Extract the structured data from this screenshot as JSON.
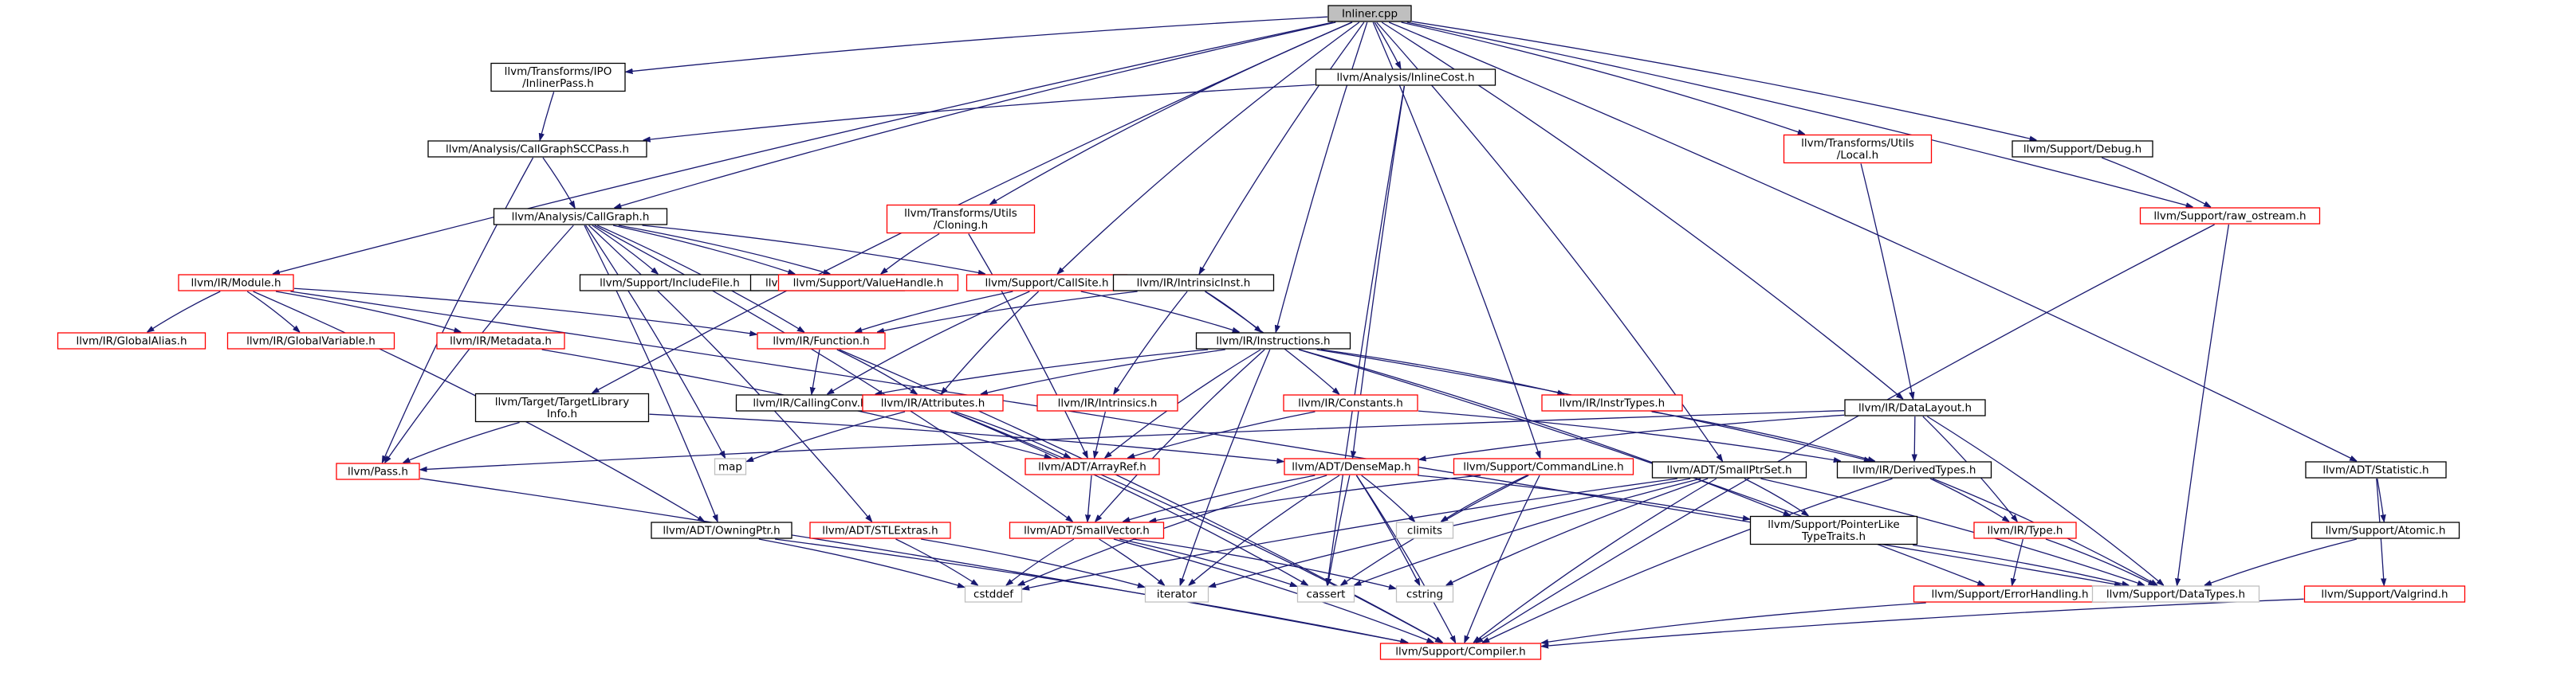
{
  "colors": {
    "edge": "#191970",
    "box_normal": "#000000",
    "box_undocumented": "#ff0000",
    "box_system": "#bfbfbf",
    "root_fill": "#bfbfbf",
    "text": "#000000"
  },
  "nodes": [
    {
      "id": "inliner",
      "label": "Inliner.cpp",
      "kind": "root"
    },
    {
      "id": "inlinerpass",
      "label": "llvm/Transforms/IPO\n/InlinerPass.h",
      "kind": "normal"
    },
    {
      "id": "inlinecost",
      "label": "llvm/Analysis/InlineCost.h",
      "kind": "normal"
    },
    {
      "id": "cgscc",
      "label": "llvm/Analysis/CallGraphSCCPass.h",
      "kind": "normal"
    },
    {
      "id": "cloning",
      "label": "llvm/Transforms/Utils\n/Cloning.h",
      "kind": "red"
    },
    {
      "id": "tlocal",
      "label": "llvm/Transforms/Utils\n/Local.h",
      "kind": "red"
    },
    {
      "id": "debug",
      "label": "llvm/Support/Debug.h",
      "kind": "normal"
    },
    {
      "id": "rawostream",
      "label": "llvm/Support/raw_ostream.h",
      "kind": "red"
    },
    {
      "id": "callgraph",
      "label": "llvm/Analysis/CallGraph.h",
      "kind": "normal"
    },
    {
      "id": "module",
      "label": "llvm/IR/Module.h",
      "kind": "red"
    },
    {
      "id": "includefile",
      "label": "llvm/Support/IncludeFile.h",
      "kind": "normal"
    },
    {
      "id": "graphtraits",
      "label": "llvm/ADT/GraphTraits.h",
      "kind": "normal"
    },
    {
      "id": "valuehandle",
      "label": "llvm/Support/ValueHandle.h",
      "kind": "red"
    },
    {
      "id": "callsite",
      "label": "llvm/Support/CallSite.h",
      "kind": "red"
    },
    {
      "id": "intrinsicinst",
      "label": "llvm/IR/IntrinsicInst.h",
      "kind": "normal"
    },
    {
      "id": "globalalias",
      "label": "llvm/IR/GlobalAlias.h",
      "kind": "red"
    },
    {
      "id": "globalvariable",
      "label": "llvm/IR/GlobalVariable.h",
      "kind": "red"
    },
    {
      "id": "metadata",
      "label": "llvm/IR/Metadata.h",
      "kind": "red"
    },
    {
      "id": "function",
      "label": "llvm/IR/Function.h",
      "kind": "red"
    },
    {
      "id": "instructions",
      "label": "llvm/IR/Instructions.h",
      "kind": "normal"
    },
    {
      "id": "datalayout",
      "label": "llvm/IR/DataLayout.h",
      "kind": "normal"
    },
    {
      "id": "targetlib",
      "label": "llvm/Target/TargetLibrary\nInfo.h",
      "kind": "normal"
    },
    {
      "id": "callingconv",
      "label": "llvm/IR/CallingConv.h",
      "kind": "normal"
    },
    {
      "id": "attributes",
      "label": "llvm/IR/Attributes.h",
      "kind": "red"
    },
    {
      "id": "intrinsics",
      "label": "llvm/IR/Intrinsics.h",
      "kind": "red"
    },
    {
      "id": "constants",
      "label": "llvm/IR/Constants.h",
      "kind": "red"
    },
    {
      "id": "instrtypes",
      "label": "llvm/IR/InstrTypes.h",
      "kind": "red"
    },
    {
      "id": "pass",
      "label": "llvm/Pass.h",
      "kind": "red"
    },
    {
      "id": "map",
      "label": "map",
      "kind": "system"
    },
    {
      "id": "arrayref",
      "label": "llvm/ADT/ArrayRef.h",
      "kind": "red"
    },
    {
      "id": "densemap",
      "label": "llvm/ADT/DenseMap.h",
      "kind": "red"
    },
    {
      "id": "commandline",
      "label": "llvm/Support/CommandLine.h",
      "kind": "red"
    },
    {
      "id": "smallptrset",
      "label": "llvm/ADT/SmallPtrSet.h",
      "kind": "normal"
    },
    {
      "id": "derivedtypes",
      "label": "llvm/IR/DerivedTypes.h",
      "kind": "normal"
    },
    {
      "id": "statistic",
      "label": "llvm/ADT/Statistic.h",
      "kind": "normal"
    },
    {
      "id": "owningptr",
      "label": "llvm/ADT/OwningPtr.h",
      "kind": "normal"
    },
    {
      "id": "stlextras",
      "label": "llvm/ADT/STLExtras.h",
      "kind": "red"
    },
    {
      "id": "smallvector",
      "label": "llvm/ADT/SmallVector.h",
      "kind": "red"
    },
    {
      "id": "climits",
      "label": "climits",
      "kind": "system"
    },
    {
      "id": "ptrliketype",
      "label": "llvm/Support/PointerLike\nTypeTraits.h",
      "kind": "normal"
    },
    {
      "id": "type",
      "label": "llvm/IR/Type.h",
      "kind": "red"
    },
    {
      "id": "atomic",
      "label": "llvm/Support/Atomic.h",
      "kind": "normal"
    },
    {
      "id": "cstddef",
      "label": "cstddef",
      "kind": "system"
    },
    {
      "id": "iterator",
      "label": "iterator",
      "kind": "system"
    },
    {
      "id": "cassert",
      "label": "cassert",
      "kind": "system"
    },
    {
      "id": "cstring",
      "label": "cstring",
      "kind": "system"
    },
    {
      "id": "errorhandling",
      "label": "llvm/Support/ErrorHandling.h",
      "kind": "red"
    },
    {
      "id": "datatypes",
      "label": "llvm/Support/DataTypes.h",
      "kind": "system"
    },
    {
      "id": "valgrind",
      "label": "llvm/Support/Valgrind.h",
      "kind": "red"
    },
    {
      "id": "compiler",
      "label": "llvm/Support/Compiler.h",
      "kind": "red"
    }
  ],
  "edges": [
    [
      "inliner",
      "inlinerpass"
    ],
    [
      "inliner",
      "inlinecost"
    ],
    [
      "inliner",
      "callgraph"
    ],
    [
      "inliner",
      "module"
    ],
    [
      "inliner",
      "cloning"
    ],
    [
      "inliner",
      "callsite"
    ],
    [
      "inliner",
      "intrinsicinst"
    ],
    [
      "inliner",
      "instructions"
    ],
    [
      "inliner",
      "targetlib"
    ],
    [
      "inliner",
      "tlocal"
    ],
    [
      "inliner",
      "debug"
    ],
    [
      "inliner",
      "rawostream"
    ],
    [
      "inliner",
      "datalayout"
    ],
    [
      "inliner",
      "smallptrset"
    ],
    [
      "inliner",
      "commandline"
    ],
    [
      "inliner",
      "statistic"
    ],
    [
      "inlinerpass",
      "cgscc"
    ],
    [
      "inlinecost",
      "cgscc"
    ],
    [
      "inlinecost",
      "densemap"
    ],
    [
      "inlinecost",
      "cassert"
    ],
    [
      "cgscc",
      "callgraph"
    ],
    [
      "cgscc",
      "pass"
    ],
    [
      "callgraph",
      "includefile"
    ],
    [
      "callgraph",
      "graphtraits"
    ],
    [
      "callgraph",
      "valuehandle"
    ],
    [
      "callgraph",
      "callsite"
    ],
    [
      "callgraph",
      "function"
    ],
    [
      "callgraph",
      "pass"
    ],
    [
      "callgraph",
      "stlextras"
    ],
    [
      "callgraph",
      "owningptr"
    ],
    [
      "callgraph",
      "map"
    ],
    [
      "callgraph",
      "smallvector"
    ],
    [
      "cloning",
      "valuehandle"
    ],
    [
      "cloning",
      "arrayref"
    ],
    [
      "module",
      "globalalias"
    ],
    [
      "module",
      "globalvariable"
    ],
    [
      "module",
      "metadata"
    ],
    [
      "module",
      "function"
    ],
    [
      "module",
      "datatypes"
    ],
    [
      "module",
      "owningptr"
    ],
    [
      "metadata",
      "arrayref"
    ],
    [
      "callsite",
      "function"
    ],
    [
      "callsite",
      "instructions"
    ],
    [
      "callsite",
      "attributes"
    ],
    [
      "callsite",
      "callingconv"
    ],
    [
      "intrinsicinst",
      "function"
    ],
    [
      "intrinsicinst",
      "instructions"
    ],
    [
      "intrinsicinst",
      "intrinsics"
    ],
    [
      "intrinsicinst",
      "constants"
    ],
    [
      "function",
      "callingconv"
    ],
    [
      "function",
      "attributes"
    ],
    [
      "function",
      "compiler"
    ],
    [
      "instructions",
      "callingconv"
    ],
    [
      "instructions",
      "attributes"
    ],
    [
      "instructions",
      "arrayref"
    ],
    [
      "instructions",
      "instrtypes"
    ],
    [
      "instructions",
      "derivedtypes"
    ],
    [
      "instructions",
      "smallvector"
    ],
    [
      "instructions",
      "iterator"
    ],
    [
      "instructions",
      "errorhandling"
    ],
    [
      "instructions",
      "ptrliketype"
    ],
    [
      "attributes",
      "map"
    ],
    [
      "attributes",
      "arrayref"
    ],
    [
      "attributes",
      "cassert"
    ],
    [
      "attributes",
      "compiler"
    ],
    [
      "intrinsics",
      "arrayref"
    ],
    [
      "constants",
      "arrayref"
    ],
    [
      "constants",
      "derivedtypes"
    ],
    [
      "instrtypes",
      "derivedtypes"
    ],
    [
      "targetlib",
      "pass"
    ],
    [
      "targetlib",
      "densemap"
    ],
    [
      "datalayout",
      "pass"
    ],
    [
      "datalayout",
      "densemap"
    ],
    [
      "datalayout",
      "derivedtypes"
    ],
    [
      "datalayout",
      "type"
    ],
    [
      "datalayout",
      "datatypes"
    ],
    [
      "tlocal",
      "datalayout"
    ],
    [
      "debug",
      "rawostream"
    ],
    [
      "rawostream",
      "datatypes"
    ],
    [
      "rawostream",
      "compiler"
    ],
    [
      "pass",
      "compiler"
    ],
    [
      "arrayref",
      "smallvector"
    ],
    [
      "densemap",
      "smallvector"
    ],
    [
      "densemap",
      "ptrliketype"
    ],
    [
      "densemap",
      "climits"
    ],
    [
      "densemap",
      "iterator"
    ],
    [
      "densemap",
      "cassert"
    ],
    [
      "densemap",
      "cstring"
    ],
    [
      "densemap",
      "compiler"
    ],
    [
      "densemap",
      "cstddef"
    ],
    [
      "commandline",
      "smallvector"
    ],
    [
      "commandline",
      "climits"
    ],
    [
      "commandline",
      "cassert"
    ],
    [
      "commandline",
      "compiler"
    ],
    [
      "smallptrset",
      "ptrliketype"
    ],
    [
      "smallptrset",
      "cstddef"
    ],
    [
      "smallptrset",
      "iterator"
    ],
    [
      "smallptrset",
      "cassert"
    ],
    [
      "smallptrset",
      "cstring"
    ],
    [
      "smallptrset",
      "compiler"
    ],
    [
      "smallptrset",
      "datatypes"
    ],
    [
      "derivedtypes",
      "type"
    ],
    [
      "derivedtypes",
      "compiler"
    ],
    [
      "derivedtypes",
      "datatypes"
    ],
    [
      "statistic",
      "atomic"
    ],
    [
      "statistic",
      "valgrind"
    ],
    [
      "atomic",
      "datatypes"
    ],
    [
      "owningptr",
      "cstddef"
    ],
    [
      "owningptr",
      "compiler"
    ],
    [
      "stlextras",
      "cstddef"
    ],
    [
      "stlextras",
      "iterator"
    ],
    [
      "smallvector",
      "cstddef"
    ],
    [
      "smallvector",
      "iterator"
    ],
    [
      "smallvector",
      "cassert"
    ],
    [
      "smallvector",
      "cstring"
    ],
    [
      "smallvector",
      "compiler"
    ],
    [
      "ptrliketype",
      "datatypes"
    ],
    [
      "type",
      "errorhandling"
    ],
    [
      "type",
      "datatypes"
    ],
    [
      "errorhandling",
      "compiler"
    ],
    [
      "valgrind",
      "compiler"
    ]
  ]
}
